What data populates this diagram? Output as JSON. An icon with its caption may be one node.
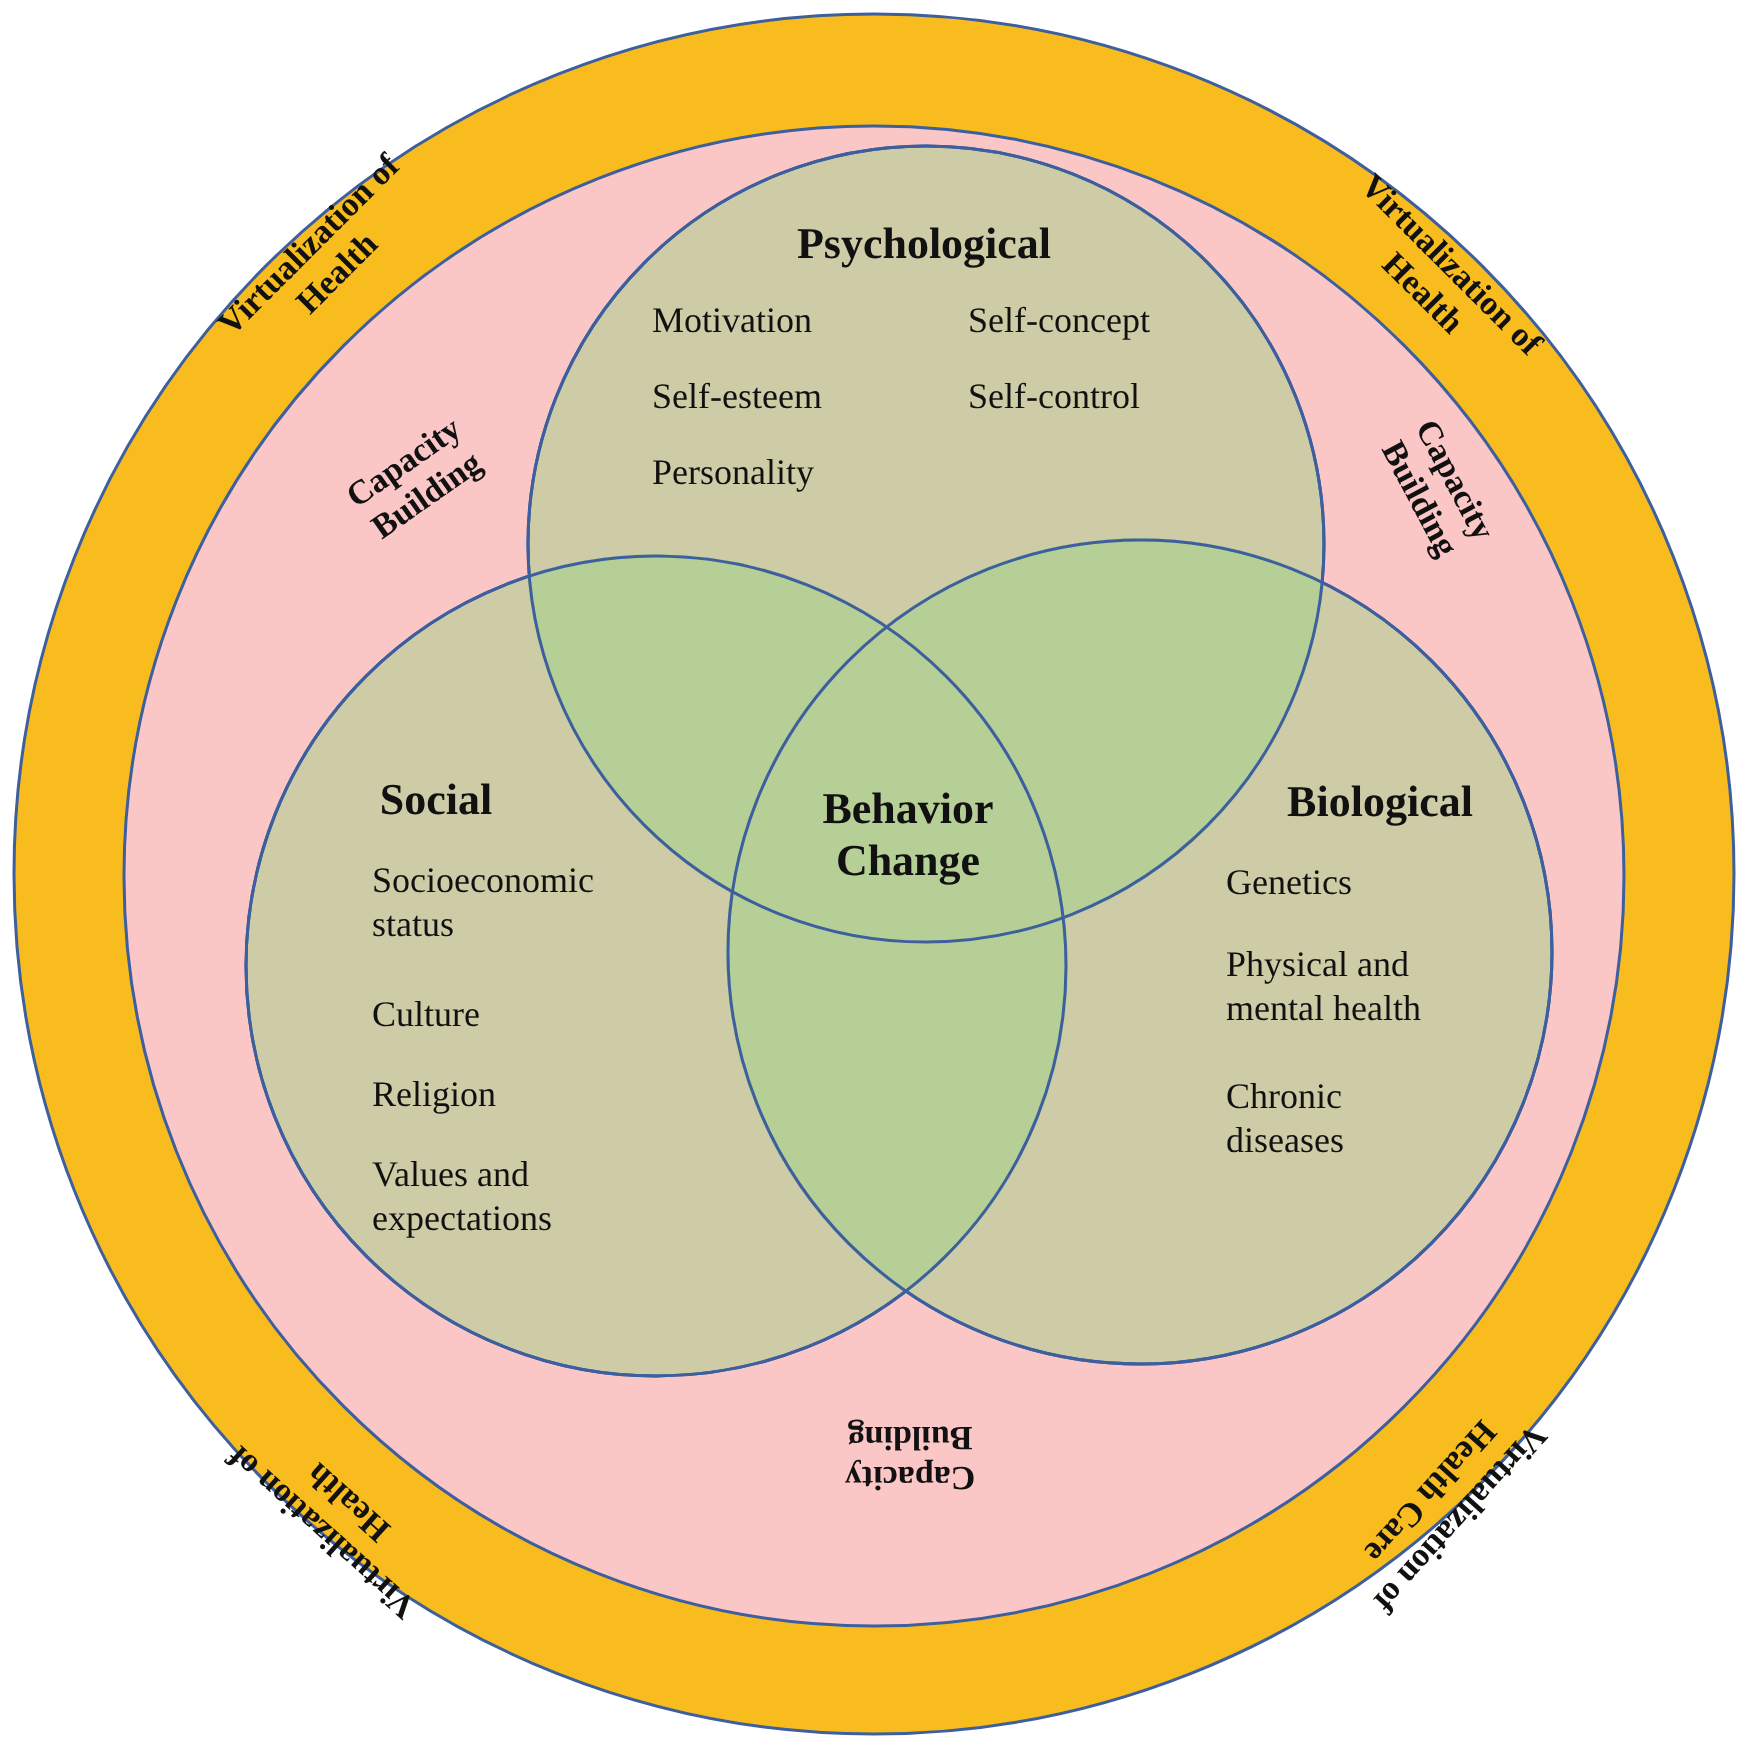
{
  "diagram": {
    "nodes": [
      {
        "text": [
          "Virtualization of Health",
          "Virtualization of Health",
          "Virtualization of Health",
          "Virtualization of Health Care"
        ]
      },
      {
        "text": [
          "Capacity Building",
          "Capacity Building",
          "Capacity Building"
        ],
        "in": 0
      },
      {
        "text": [
          "Psychological",
          "Motivation",
          "Self-concept",
          "Self-esteem",
          "Self-control",
          "Personality"
        ],
        "in": 1
      },
      {
        "text": [
          "Social",
          "Socioeconomic status",
          "Culture",
          "Religion",
          "Values and expectations"
        ],
        "in": 1
      },
      {
        "text": [
          "Biological",
          "Genetics",
          "Physical and mental health",
          "Chronic diseases"
        ],
        "in": 1
      }
    ],
    "edges": [],
    "labels": [
      "Behavior Change"
    ]
  }
}
